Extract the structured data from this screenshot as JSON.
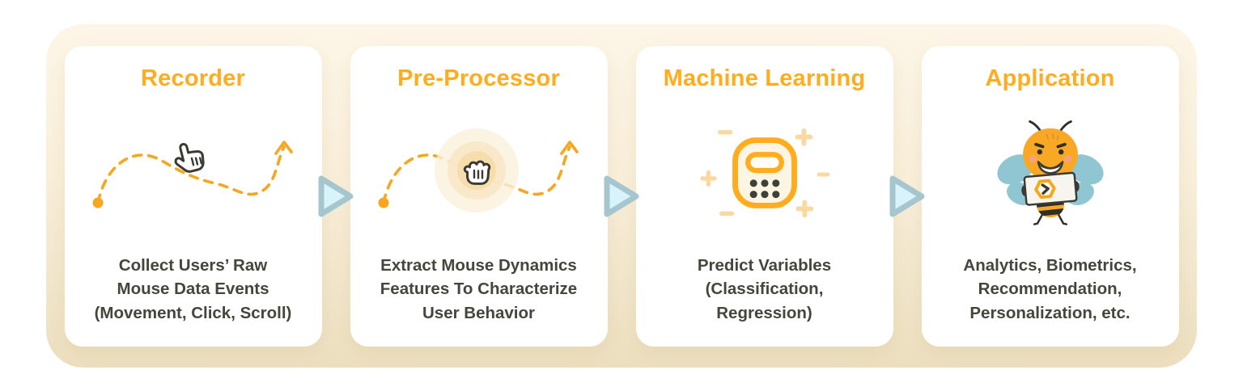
{
  "panel": {
    "name": "mouse-dynamics-pipeline"
  },
  "colors": {
    "panel_bg_top": "#fdf6e8",
    "panel_bg_bottom": "#ecdfbf",
    "card_bg": "#ffffff",
    "title_orange": "#FFAD1E",
    "body_text": "#45463B",
    "path_orange": "#F6A71F",
    "decoration_light_orange": "#F9D8A2",
    "glow_orange": "#F5DCA9",
    "arrow_fill": "#D8F3FA",
    "arrow_stroke": "#A6C6CF",
    "bee_orange": "#F9A826",
    "wing_blue": "#8FC6D2",
    "outline_dark": "#3B3B33"
  },
  "cards": [
    {
      "title": "Recorder",
      "icon": "mouse-path-cursor",
      "description": "Collect Users’ Raw\nMouse Data Events\n(Movement, Click, Scroll)"
    },
    {
      "title": "Pre-Processor",
      "icon": "mouse-path-grab-glow",
      "description": "Extract Mouse Dynamics\nFeatures To Characterize\nUser Behavior"
    },
    {
      "title": "Machine Learning",
      "icon": "calculator-plus-minus",
      "description": "Predict Variables\n(Classification,\nRegression)"
    },
    {
      "title": "Application",
      "icon": "bee-laptop-mascot",
      "description": "Analytics, Biometrics,\nRecommendation,\nPersonalization, etc."
    }
  ]
}
